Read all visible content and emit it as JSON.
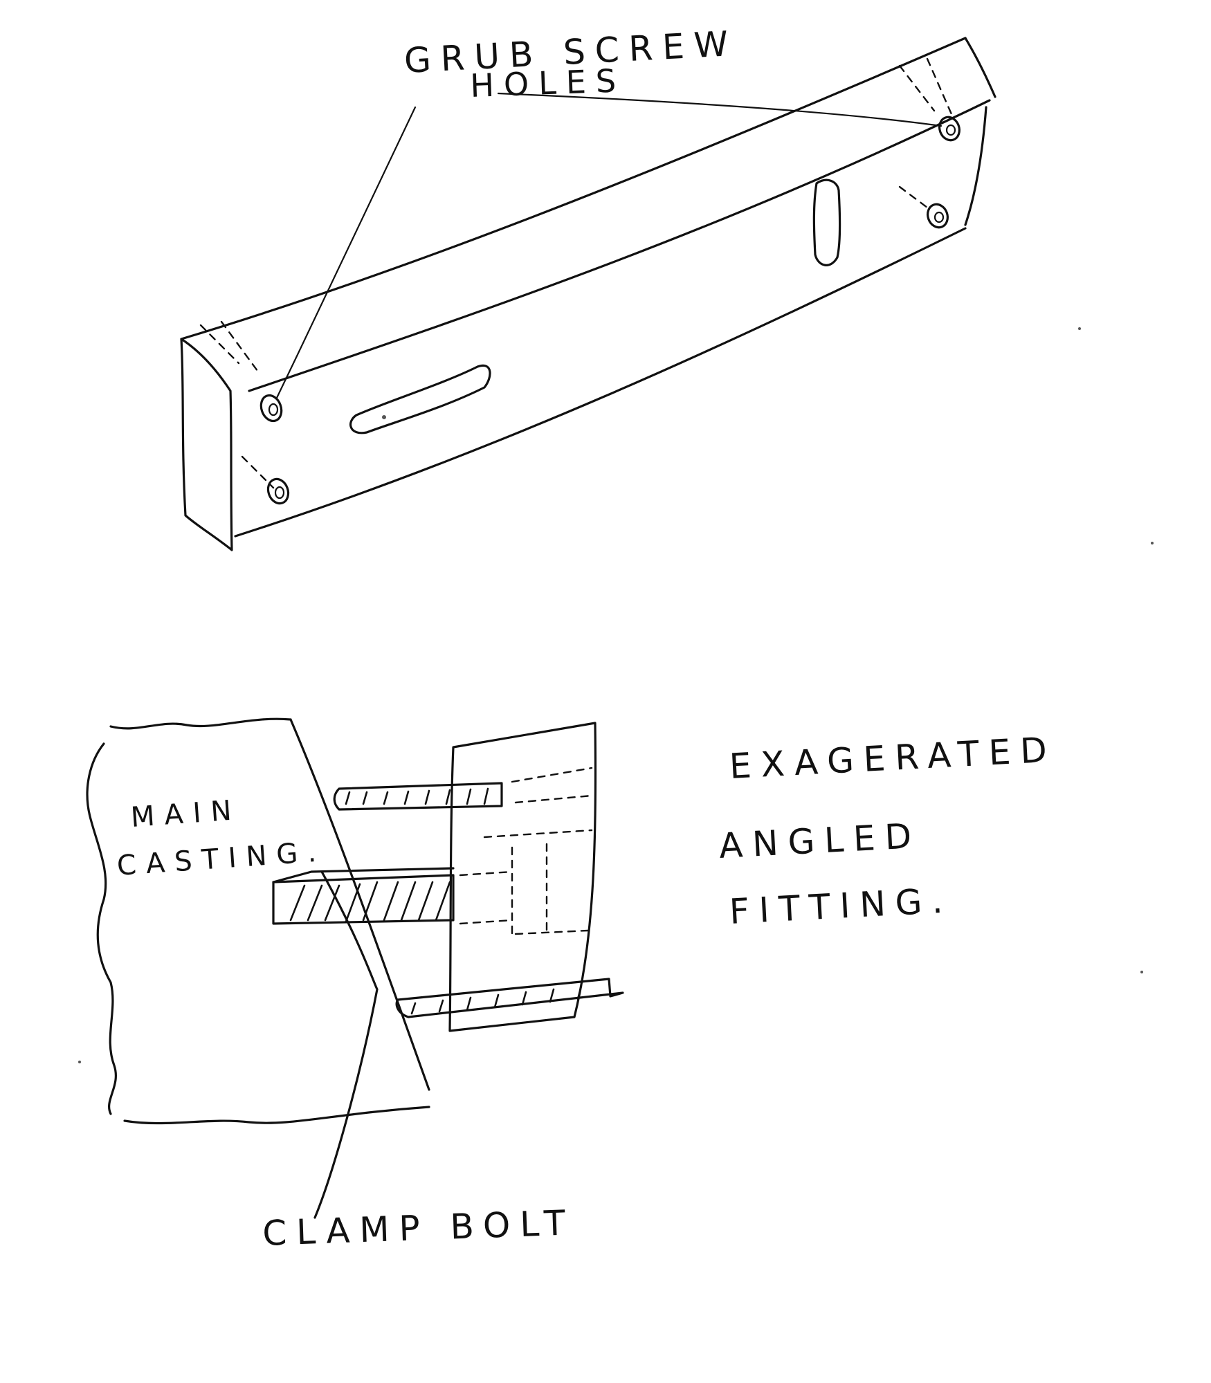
{
  "labels": {
    "grub_screw_line1": "GRUB SCREW",
    "grub_screw_line2": "HOLES",
    "main_casting_line1": "MAIN",
    "main_casting_line2": "CASTING.",
    "clamp_bolt": "CLAMP BOLT",
    "note_line1": "EXAGERATED",
    "note_line2": "ANGLED",
    "note_line3": "FITTING."
  },
  "colors": {
    "ink": "#111111",
    "paper": "#ffffff"
  }
}
